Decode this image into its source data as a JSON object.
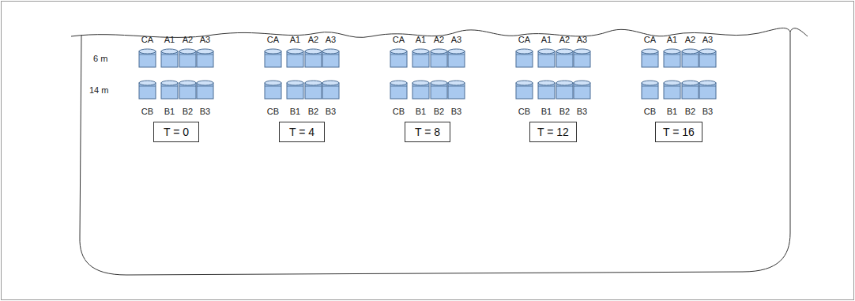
{
  "diagram": {
    "nodes": [
      {
        "text": [
          "T = 0"
        ]
      },
      {
        "text": [
          "T = 4"
        ]
      },
      {
        "text": [
          "T = 8"
        ]
      },
      {
        "text": [
          "T = 12"
        ]
      },
      {
        "text": [
          "T = 16"
        ]
      }
    ],
    "labels": [
      "6 m",
      "14 m",
      "CA",
      "A1",
      "A2",
      "A3",
      "CB",
      "B1",
      "B2",
      "B3",
      "CA",
      "A1",
      "A2",
      "A3",
      "CB",
      "B1",
      "B2",
      "B3",
      "CA",
      "A1",
      "A2",
      "A3",
      "CB",
      "B1",
      "B2",
      "B3",
      "CA",
      "A1",
      "A2",
      "A3",
      "CB",
      "B1",
      "B2",
      "B3",
      "CA",
      "A1",
      "A2",
      "A3",
      "CB",
      "B1",
      "B2",
      "B3"
    ]
  }
}
